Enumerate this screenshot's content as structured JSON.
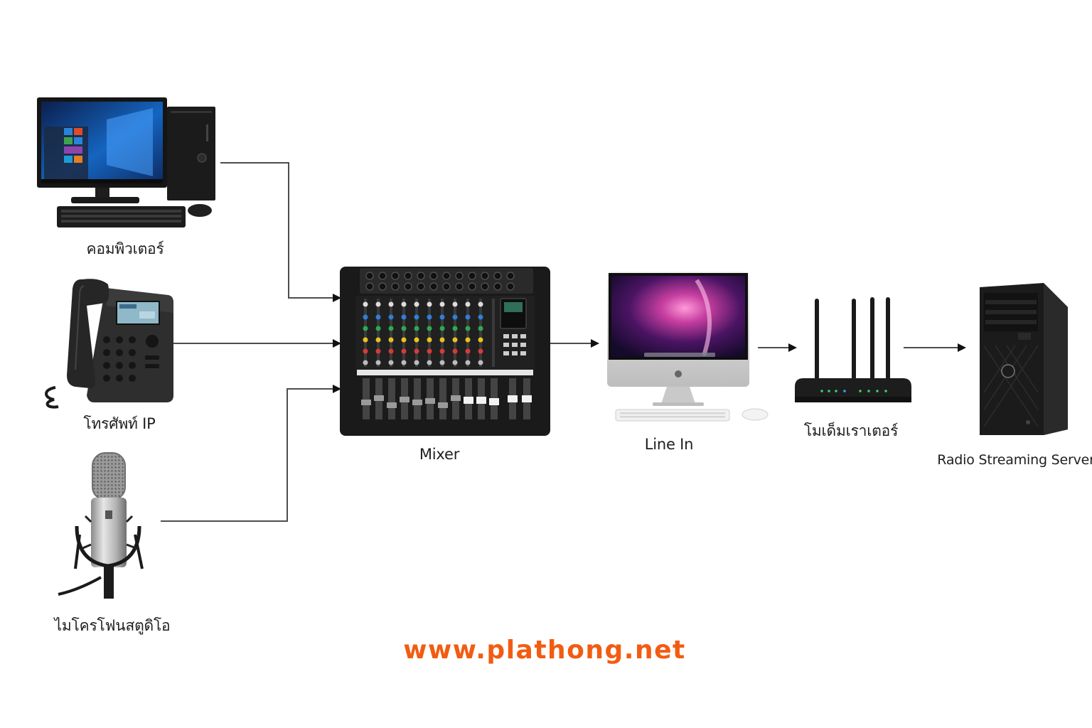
{
  "nodes": {
    "computer": {
      "label": "คอมพิวเตอร์",
      "icon": "desktop-computer-icon"
    },
    "ip_phone": {
      "label": "โทรศัพท์ IP",
      "icon": "ip-phone-icon"
    },
    "microphone": {
      "label": "ไมโครโฟนสตูดิโอ",
      "icon": "studio-microphone-icon"
    },
    "mixer": {
      "label": "Mixer",
      "icon": "audio-mixer-icon"
    },
    "imac": {
      "label": "Line In",
      "icon": "imac-computer-icon"
    },
    "router": {
      "label": "โมเด็มเราเตอร์",
      "icon": "modem-router-icon"
    },
    "server": {
      "label": "Radio Streaming Server",
      "icon": "tower-server-icon"
    }
  },
  "edges": [
    {
      "from": "computer",
      "to": "mixer"
    },
    {
      "from": "ip_phone",
      "to": "mixer"
    },
    {
      "from": "microphone",
      "to": "mixer"
    },
    {
      "from": "mixer",
      "to": "imac"
    },
    {
      "from": "imac",
      "to": "router"
    },
    {
      "from": "router",
      "to": "server"
    }
  ],
  "footer": {
    "text": "www.plathong.net",
    "color": "#f25c12"
  }
}
